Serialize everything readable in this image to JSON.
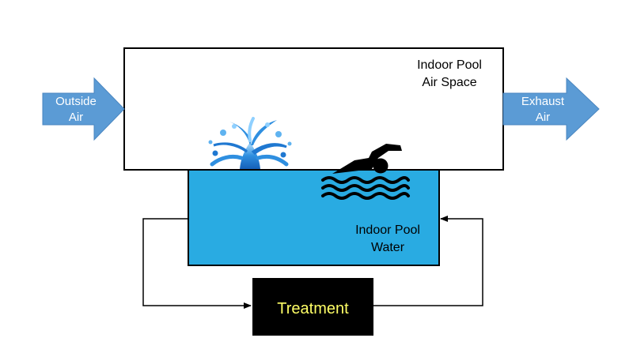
{
  "air_space": {
    "label_line1": "Indoor Pool",
    "label_line2": "Air Space"
  },
  "pool_water": {
    "label_line1": "Indoor Pool",
    "label_line2": "Water",
    "color": "#29abe2"
  },
  "inlet": {
    "label_line1": "Outside",
    "label_line2": "Air",
    "color": "#5b9bd5"
  },
  "outlet": {
    "label_line1": "Exhaust",
    "label_line2": "Air",
    "color": "#5b9bd5"
  },
  "treatment": {
    "label": "Treatment",
    "text_color": "#ffff66",
    "fill_color": "#000000"
  },
  "icons": {
    "fountain": "water-splash-icon",
    "swimmer": "swimmer-icon"
  }
}
